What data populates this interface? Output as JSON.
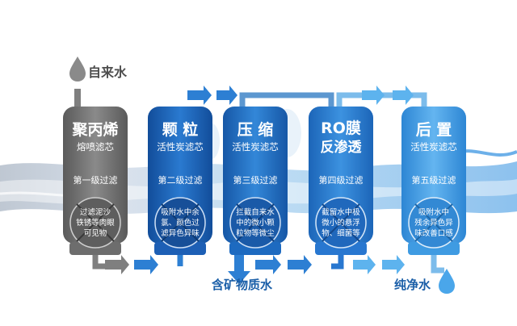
{
  "source_label": "自来水",
  "mineral_water_label": "含矿物质水",
  "pure_water_label": "纯净水",
  "stages": [
    {
      "title": "聚丙烯",
      "subtitle": "熔喷滤芯",
      "step": "第一级过滤",
      "circle_text": [
        "过滤泥沙",
        "铁锈等肉眼",
        "可见物"
      ],
      "color": "#6d6d6d"
    },
    {
      "title": "颗 粒",
      "subtitle": "活性炭滤芯",
      "step": "第二级过滤",
      "circle_text": [
        "吸附水中余",
        "氯、颜色过",
        "滤异色异味"
      ],
      "color": "#1d5fb5"
    },
    {
      "title": "压 缩",
      "subtitle": "活性炭滤芯",
      "step": "第三级过滤",
      "circle_text": [
        "拦截自来水",
        "中的微小颗",
        "粒物等微尘"
      ],
      "color": "#1d6ac0"
    },
    {
      "title": "RO膜",
      "subtitle": "反渗透",
      "step": "第四级过滤",
      "circle_text": [
        "截留水中极",
        "微小的悬浮",
        "物、细菌等"
      ],
      "color": "#2877d0"
    },
    {
      "title": "后 置",
      "subtitle": "活性炭滤芯",
      "step": "第五级过滤",
      "circle_text": [
        "吸附水中",
        "残余异色异",
        "味改善口感"
      ],
      "color": "#3f9be2"
    }
  ],
  "colors": {
    "gray": "#6d6d6d",
    "arrow_gray": "#7f7f7f",
    "arrow_blue": "#2d7fd3",
    "arrow_light": "#5db3ee",
    "text_dark": "#4d4d4d",
    "text_blue": "#1b5fa8"
  }
}
